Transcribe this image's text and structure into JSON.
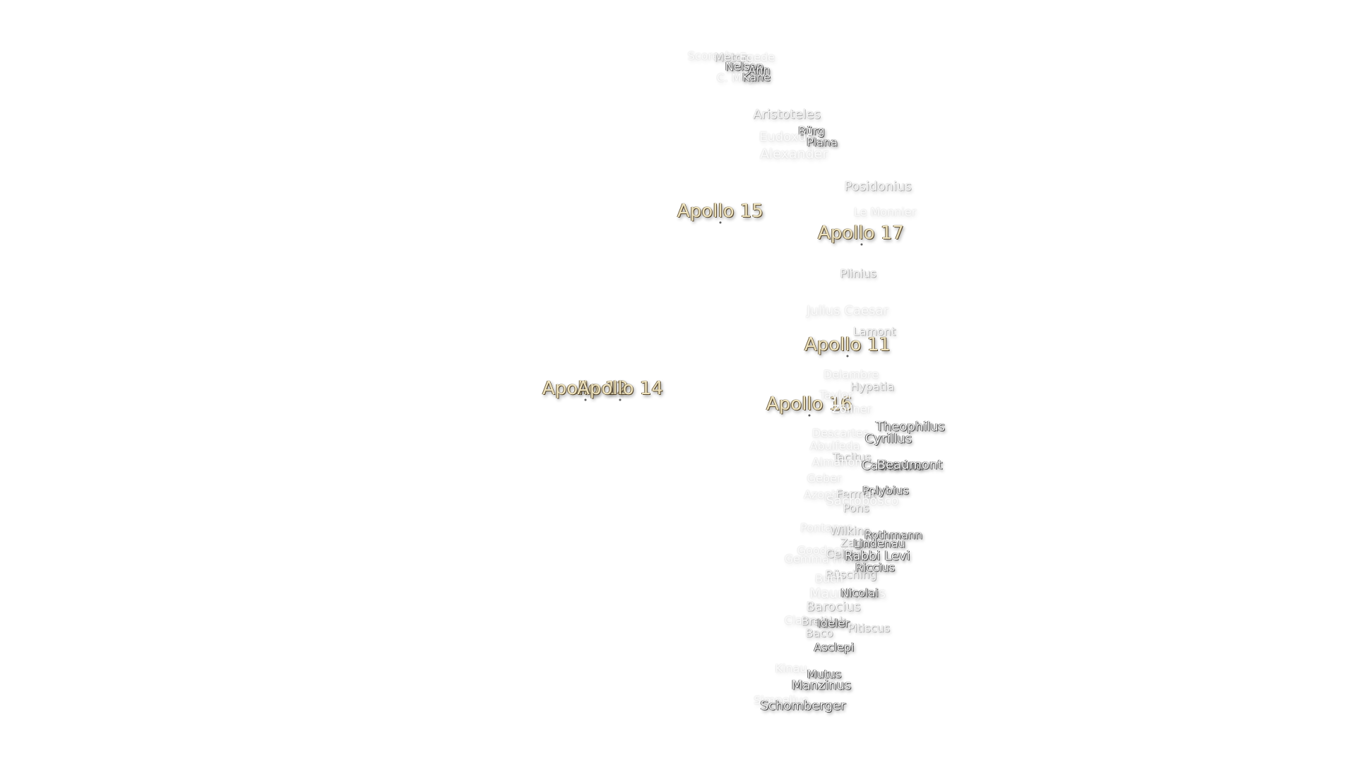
{
  "map": {
    "apollo_sites": [
      {
        "id": "apollo-15",
        "name": "Apollo 15"
      },
      {
        "id": "apollo-17",
        "name": "Apollo 17"
      },
      {
        "id": "apollo-11",
        "name": "Apollo 11"
      },
      {
        "id": "apollo-12",
        "name": "Apollo 12"
      },
      {
        "id": "apollo-14",
        "name": "Apollo 14"
      },
      {
        "id": "apollo-16",
        "name": "Apollo 16"
      }
    ],
    "craters": [
      {
        "id": "scoresby",
        "name": "Scoresby"
      },
      {
        "id": "meton",
        "name": "Meton"
      },
      {
        "id": "nelson",
        "name": "Nelson"
      },
      {
        "id": "egede",
        "name": "Egede"
      },
      {
        "id": "nanno",
        "name": "Ann"
      },
      {
        "id": "c-mayer",
        "name": "C. Mayer"
      },
      {
        "id": "kane",
        "name": "Kane"
      },
      {
        "id": "aristoteles",
        "name": "Aristoteles"
      },
      {
        "id": "burg",
        "name": "Bürg"
      },
      {
        "id": "eudoxus",
        "name": "Eudoxus"
      },
      {
        "id": "plana",
        "name": "Plana"
      },
      {
        "id": "alexander",
        "name": "Alexander"
      },
      {
        "id": "posidonius",
        "name": "Posidonius"
      },
      {
        "id": "le-monnier",
        "name": "Le Monnier"
      },
      {
        "id": "plinius",
        "name": "Plinius"
      },
      {
        "id": "julius-caesar",
        "name": "Julius Caesar"
      },
      {
        "id": "lamont",
        "name": "Lamont"
      },
      {
        "id": "delambre",
        "name": "Delambre"
      },
      {
        "id": "hypatia",
        "name": "Hypatia"
      },
      {
        "id": "taylor",
        "name": "Taylor"
      },
      {
        "id": "kant",
        "name": "Zöllner"
      },
      {
        "id": "theophilus",
        "name": "Theophilus"
      },
      {
        "id": "descartes",
        "name": "Descartes"
      },
      {
        "id": "cyrillus",
        "name": "Cyrillus"
      },
      {
        "id": "abulfeda",
        "name": "Abulfeda"
      },
      {
        "id": "tacitus",
        "name": "Tacitus"
      },
      {
        "id": "almanon",
        "name": "Almanon"
      },
      {
        "id": "catharina",
        "name": "Catharina"
      },
      {
        "id": "fracastorius",
        "name": "Beaumont"
      },
      {
        "id": "geber",
        "name": "Geber"
      },
      {
        "id": "polybius",
        "name": "Polybius"
      },
      {
        "id": "azophi",
        "name": "Azophi"
      },
      {
        "id": "fermat",
        "name": "Fermat"
      },
      {
        "id": "sacrobosco",
        "name": "Sacrobosco"
      },
      {
        "id": "pons",
        "name": "Pons"
      },
      {
        "id": "pontanus",
        "name": "Pontanus"
      },
      {
        "id": "wilkins",
        "name": "Wilkins"
      },
      {
        "id": "rothmann",
        "name": "Rothmann"
      },
      {
        "id": "zagut",
        "name": "Zagut"
      },
      {
        "id": "lindenau",
        "name": "Lindenau"
      },
      {
        "id": "goodacre",
        "name": "Goodacre"
      },
      {
        "id": "gemma-frisius",
        "name": "Gemma Frisius"
      },
      {
        "id": "celsius",
        "name": "Celsius"
      },
      {
        "id": "rabbi-levi",
        "name": "Rabbi Levi"
      },
      {
        "id": "busching",
        "name": "Büsching"
      },
      {
        "id": "riccius",
        "name": "Riccius"
      },
      {
        "id": "buch",
        "name": "Buch"
      },
      {
        "id": "maurolycus",
        "name": "Maurolycus"
      },
      {
        "id": "nicolai",
        "name": "Nicolai"
      },
      {
        "id": "barocius",
        "name": "Barocius"
      },
      {
        "id": "clairaut",
        "name": "Clairaut"
      },
      {
        "id": "breislak",
        "name": "Breislak"
      },
      {
        "id": "ideler",
        "name": "Ideler"
      },
      {
        "id": "pitiscus",
        "name": "Pitiscus"
      },
      {
        "id": "baco",
        "name": "Baco"
      },
      {
        "id": "asclepi",
        "name": "Asclepi"
      },
      {
        "id": "kinau",
        "name": "Kinau"
      },
      {
        "id": "mutus",
        "name": "Mutus"
      },
      {
        "id": "manzinus",
        "name": "Manzinus"
      },
      {
        "id": "simpelius",
        "name": "Simpelius"
      },
      {
        "id": "schomberger",
        "name": "Schomberger"
      }
    ]
  }
}
